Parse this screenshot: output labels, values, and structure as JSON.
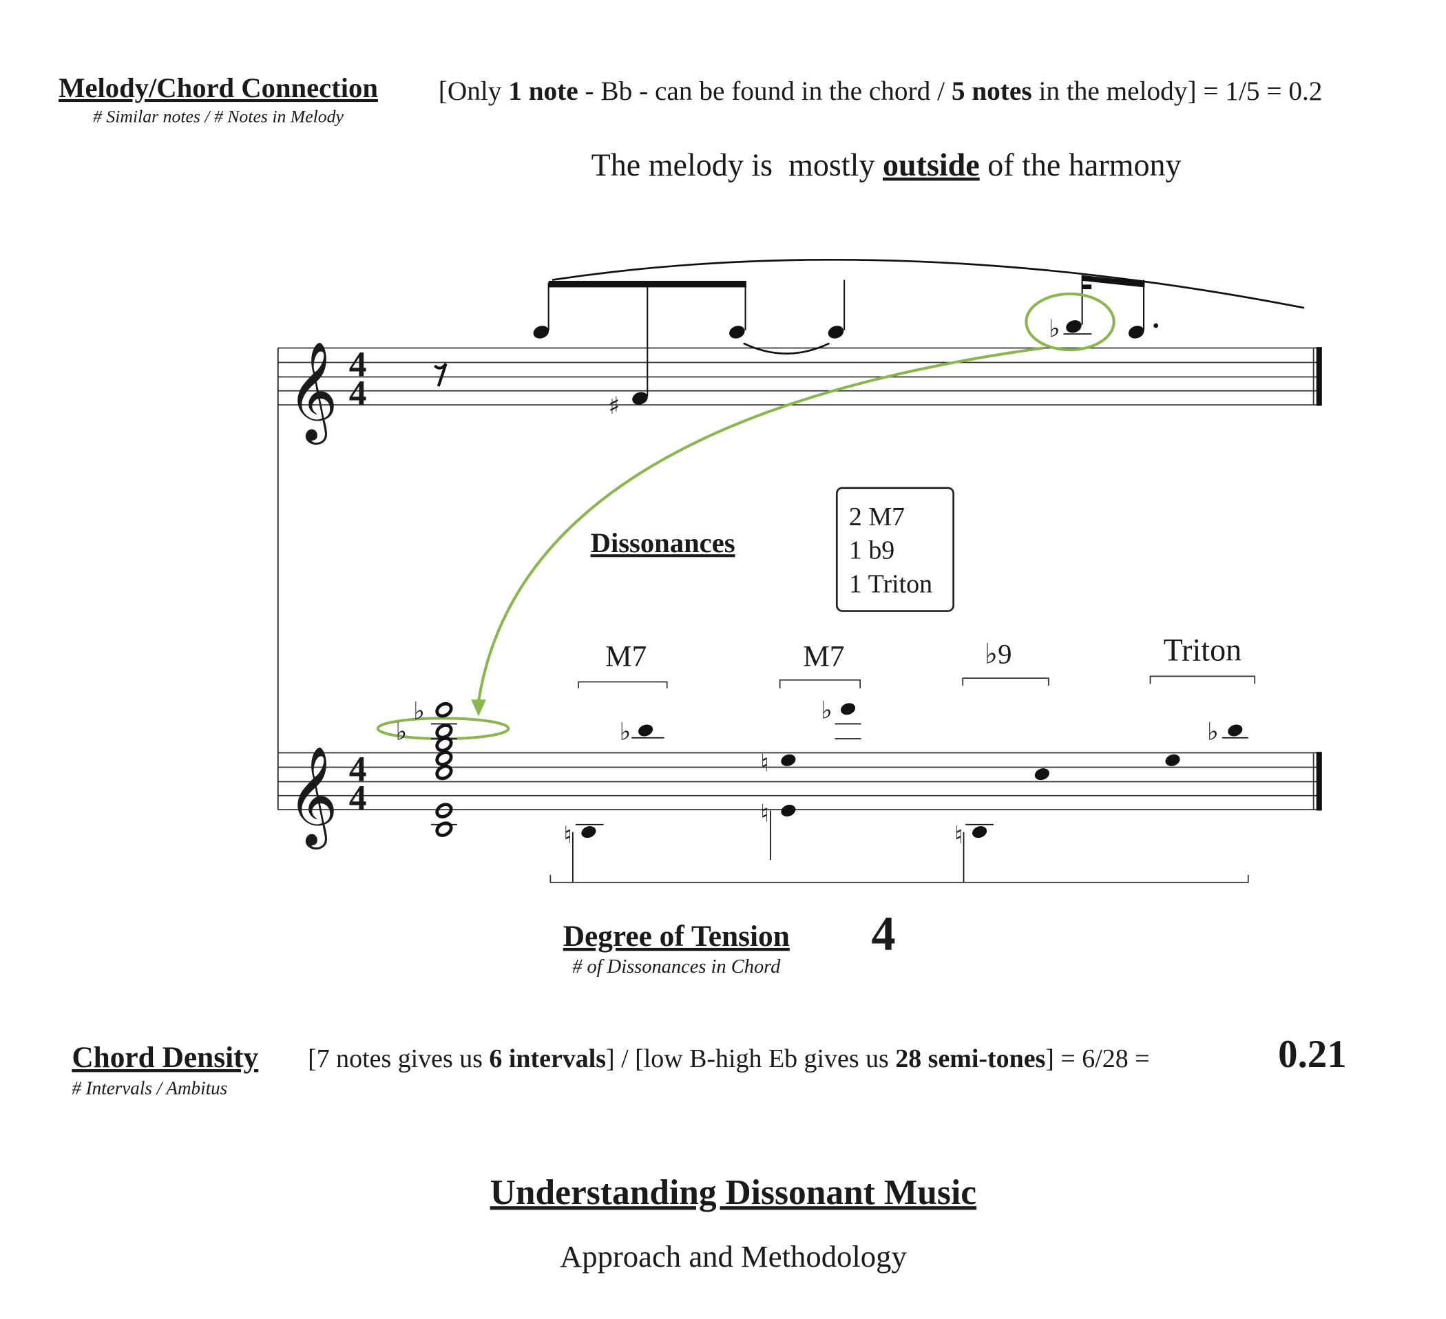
{
  "melody_chord": {
    "title": "Melody/Chord Connection",
    "subtitle": "# Similar notes / # Notes in Melody",
    "formula": [
      {
        "text": "[Only ",
        "bold": false
      },
      {
        "text": "1 note",
        "bold": true
      },
      {
        "text": " - Bb - can be found in the chord / ",
        "bold": false
      },
      {
        "text": "5 notes",
        "bold": true
      },
      {
        "text": " in the melody] = 1/5 = 0.2",
        "bold": false
      }
    ],
    "conclusion_pre": "The melody is  mostly ",
    "conclusion_key": "outside",
    "conclusion_post": " of the harmony"
  },
  "score": {
    "time_signature_top": "4",
    "time_signature_bottom": "4",
    "clef": "𝄞",
    "flat": "♭",
    "sharp": "♯",
    "natural": "♮",
    "highlight_color": "#8ab54f"
  },
  "dissonances": {
    "title": "Dissonances",
    "summary": [
      "2 M7",
      "1 b9",
      "1 Triton"
    ],
    "interval_labels": [
      "M7",
      "M7",
      "♭9",
      "Triton"
    ]
  },
  "tension": {
    "title": "Degree of Tension",
    "subtitle": "# of Dissonances in Chord",
    "value": "4"
  },
  "density": {
    "title": "Chord Density",
    "subtitle": "# Intervals / Ambitus",
    "formula": [
      {
        "text": "[7 notes gives us ",
        "bold": false
      },
      {
        "text": "6 intervals",
        "bold": true
      },
      {
        "text": "] / [low B-high Eb gives us ",
        "bold": false
      },
      {
        "text": "28 semi-tones",
        "bold": true
      },
      {
        "text": "] = 6/28 =",
        "bold": false
      }
    ],
    "value": "0.21"
  },
  "footer": {
    "title": "Understanding Dissonant Music",
    "subtitle": "Approach and Methodology"
  }
}
